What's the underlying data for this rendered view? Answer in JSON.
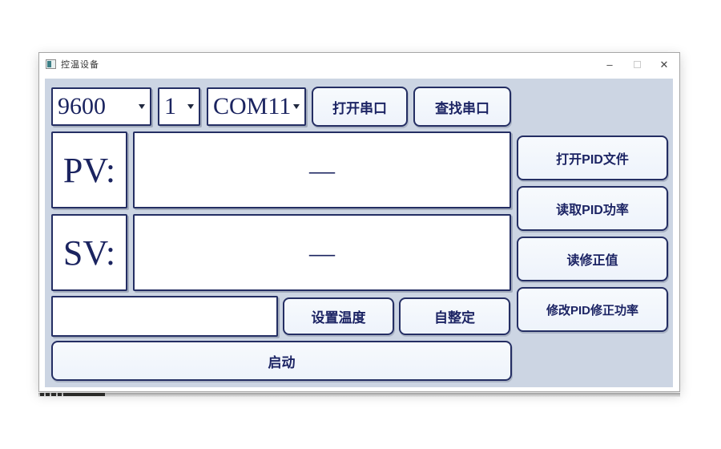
{
  "window": {
    "title": "控温设备",
    "minimize_glyph": "–",
    "close_glyph": "✕"
  },
  "serial": {
    "baud_rate": "9600",
    "param": "1",
    "port": "COM11",
    "open_button": "打开串口",
    "find_button": "查找串口"
  },
  "readings": {
    "pv_label": "PV:",
    "pv_value": "—",
    "sv_label": "SV:",
    "sv_value": "—"
  },
  "pid_buttons": [
    {
      "label": "打开PID文件"
    },
    {
      "label": "读取PID功率"
    },
    {
      "label": "读修正值"
    },
    {
      "label": "修改PID修正功率"
    }
  ],
  "temperature": {
    "input_value": "",
    "set_button": "设置温度",
    "autotune_button": "自整定",
    "start_button": "启动"
  },
  "colors": {
    "panel_background": "#ccd5e3",
    "accent_navy": "#242e63",
    "text_navy": "#1b2460",
    "button_fill": "#f2f6fc"
  }
}
